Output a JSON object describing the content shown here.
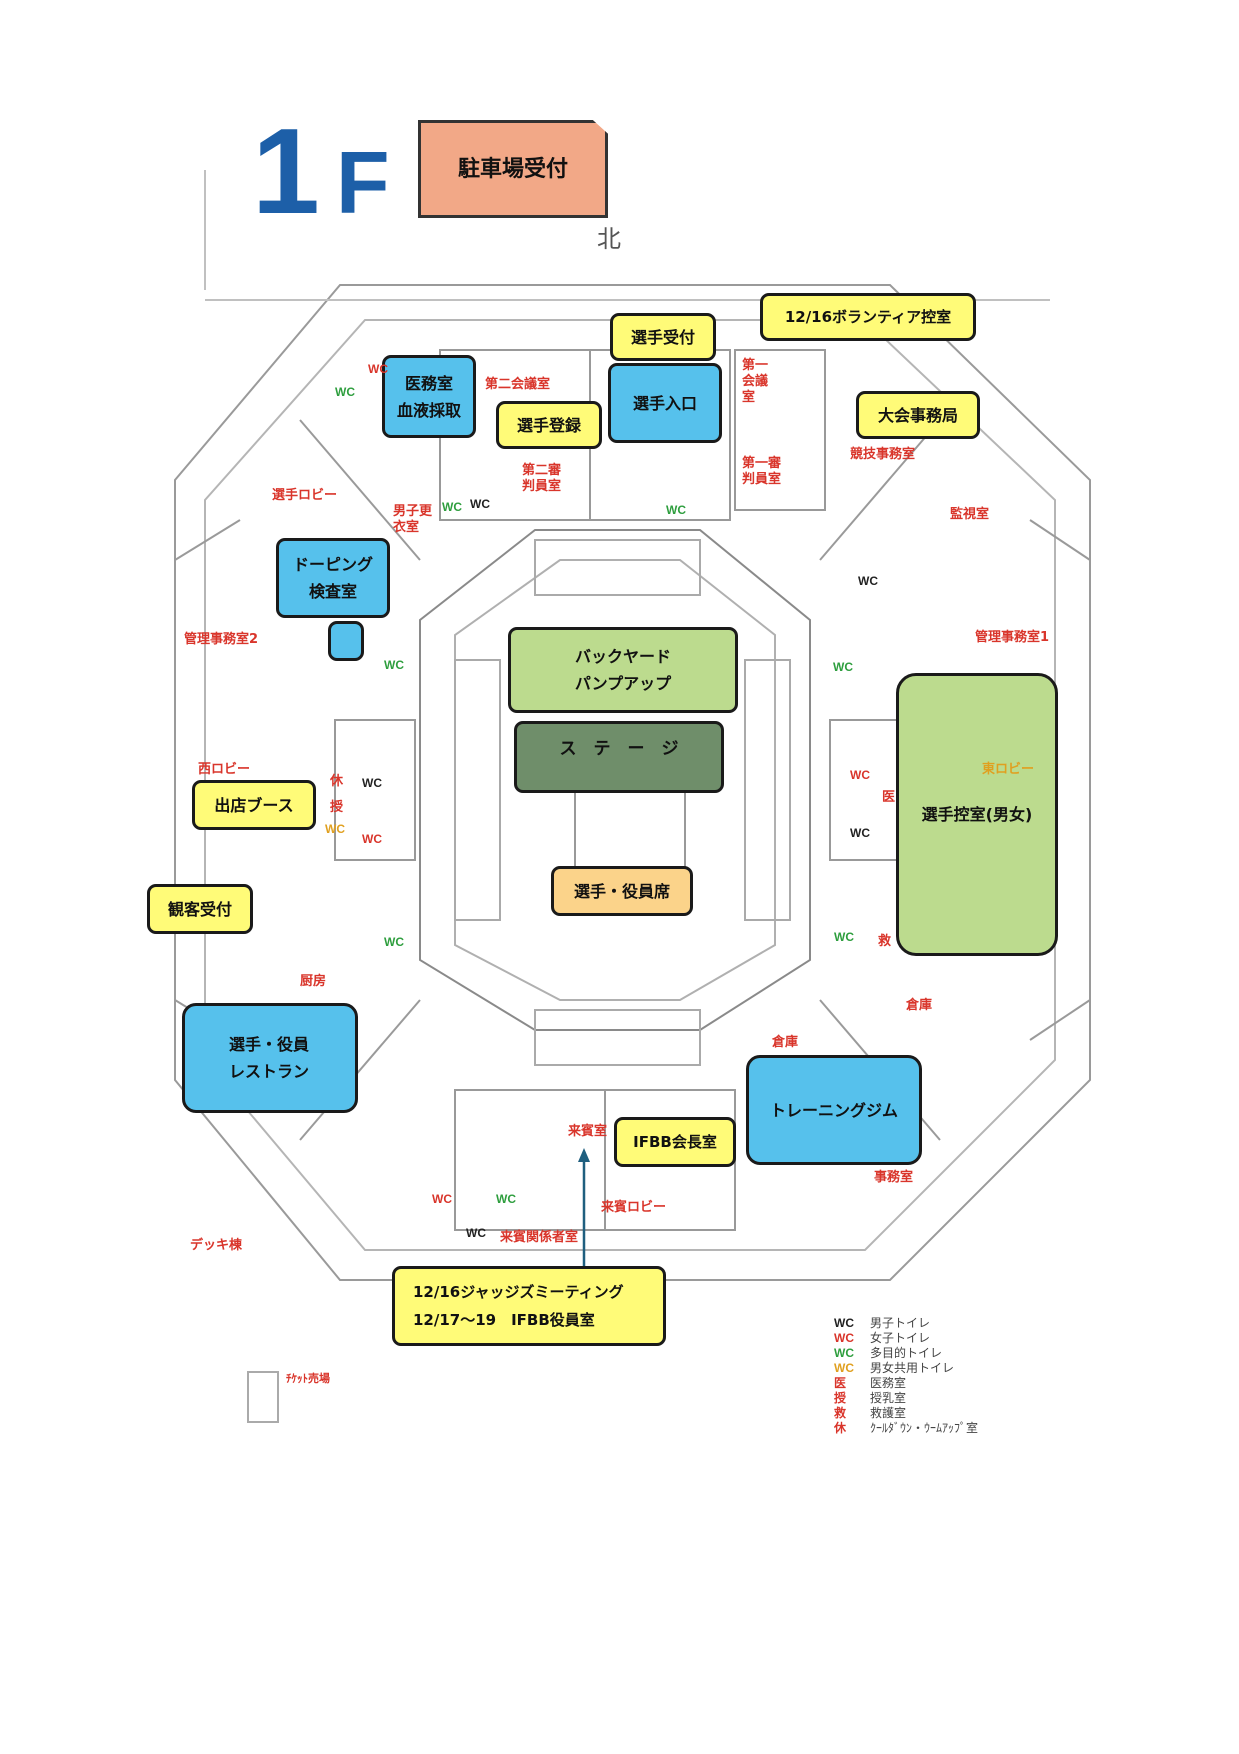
{
  "floor": {
    "number": "1",
    "unit": "F"
  },
  "north_label": "北",
  "colors": {
    "yellow": "#fffb78",
    "blue": "#56c1ec",
    "green": "#bcdb8e",
    "dark_green": "#6f8e6a",
    "orange": "#fbd38a",
    "parking": "#f2a887",
    "red_label": "#d9352b",
    "green_wc": "#2e9e3e",
    "arrow": "#1f5f7f"
  },
  "boxes": {
    "parking": "駐車場受付",
    "volunteer": "12/16ボランティア控室",
    "athlete_reception": "選手受付",
    "medical": "医務室\n血液採取",
    "athlete_registration": "選手登録",
    "athlete_entrance": "選手入口",
    "secretariat": "大会事務局",
    "doping": "ドーピング\n検査室",
    "backyard": "バックヤード\nパンプアップ",
    "stage": "ス　テ　ー　ジ",
    "waiting_room": "選手控室(男女)",
    "shop_booth": "出店ブース",
    "audience_reception": "観客受付",
    "seats": "選手・役員席",
    "restaurant": "選手・役員\nレストラン",
    "gym": "トレーニングジム",
    "ifbb_president": "IFBB会長室",
    "judges": "12/16ジャッジズミーティング\n12/17～19　IFBB役員室"
  },
  "map_labels": {
    "meeting2": "第二会議室",
    "meeting1": "第一\n会議\n室",
    "judge2": "第二審\n判員室",
    "judge1": "第一審\n判員室",
    "competition_office": "競技事務室",
    "monitor": "監視室",
    "athlete_lobby": "選手ロビー",
    "men_locker": "男子更\n衣室",
    "admin_office2": "管理事務室2",
    "admin_office1": "管理事務室1",
    "west_lobby": "西ロビー",
    "east_lobby": "東ロビー",
    "kitchen": "厨房",
    "storage_east": "倉庫",
    "storage_south": "倉庫",
    "guest_room": "来賓室",
    "guest_lobby": "来賓ロビー",
    "guest_wait": "来賓関係者室",
    "office": "事務室",
    "deck": "デッキ棟",
    "ticket": "ﾁｹｯﾄ売場",
    "rest_mark": "休",
    "nursing_mark": "授",
    "aid_mark": "救",
    "medical_mark": "医"
  },
  "wc_labels": {
    "wc": "WC"
  },
  "legend": [
    {
      "code": "WC",
      "color": "#222222",
      "text": "男子トイレ"
    },
    {
      "code": "WC",
      "color": "#d9352b",
      "text": "女子トイレ"
    },
    {
      "code": "WC",
      "color": "#2e9e3e",
      "text": "多目的トイレ"
    },
    {
      "code": "WC",
      "color": "#e0a020",
      "text": "男女共用トイレ"
    },
    {
      "code": "医",
      "color": "#d9352b",
      "text": "医務室"
    },
    {
      "code": "授",
      "color": "#d9352b",
      "text": "授乳室"
    },
    {
      "code": "救",
      "color": "#d9352b",
      "text": "救護室"
    },
    {
      "code": "休",
      "color": "#d9352b",
      "text": "ｸｰﾙﾀﾞｳﾝ・ｳｰﾑｱｯﾌﾟ室"
    }
  ]
}
